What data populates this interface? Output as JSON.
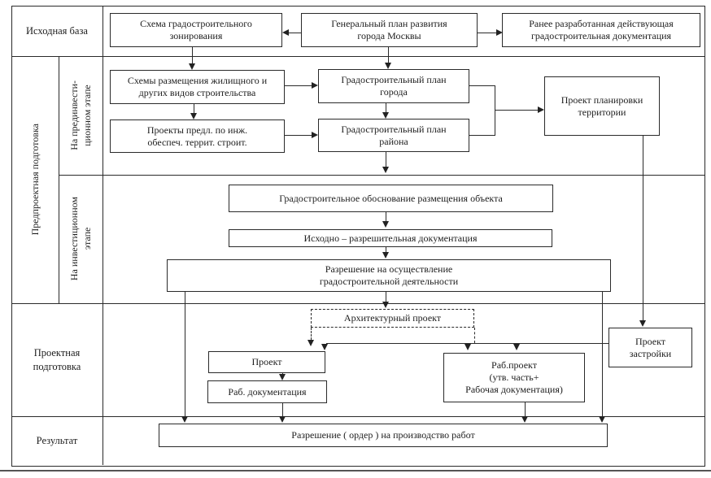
{
  "sidebar": {
    "row1": "Исходная база",
    "row2": "Предпроектная подготовка",
    "row2_sub1": "На прединвести-\nционном этапе",
    "row2_sub2": "На инвестиционном\nэтапе",
    "row3": "Проектная\nподготовка",
    "row4": "Результат"
  },
  "boxes": {
    "zoning_scheme": "Схема градостроительного\nзонирования",
    "general_plan": "Генеральный план развития\nгорода Москвы",
    "existing_docs": "Ранее разработанная действующая\nградостроительная документация",
    "housing_schemes": "Схемы размещения жилищного и\nдругих видов строительства",
    "eng_proposals": "Проекты предл. по инж.\nобеспеч. террит. строит.",
    "city_plan": "Градостроительный план\nгорода",
    "district_plan": "Градостроительный план\nрайона",
    "territory_plan": "Проект планировки\nтерритории",
    "placement_justification": "Градостроительное обоснование размещения объекта",
    "initial_permissive_docs": "Исходно – разрешительная документация",
    "activity_permit": "Разрешение на осуществление\nградостроительной деятельности",
    "architectural_project": "Архитектурный проект",
    "project": "Проект",
    "working_docs": "Раб. документация",
    "working_project": "Раб.проект\n(утв. часть+\nРабочая документация)",
    "development_project": "Проект\nзастройки",
    "work_order_permit": "Разрешение ( ордер ) на производство работ"
  },
  "colors": {
    "line": "#222222",
    "paper": "#ffffff"
  }
}
